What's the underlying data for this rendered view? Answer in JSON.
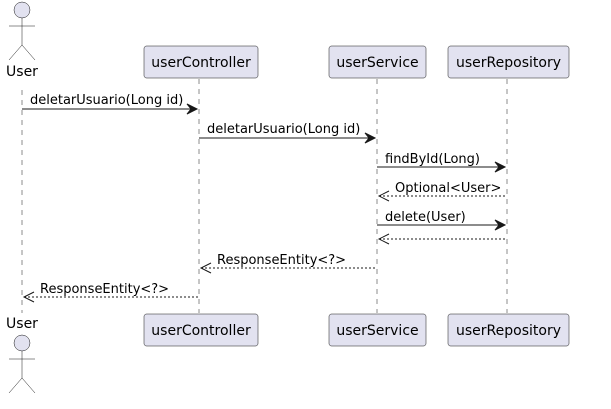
{
  "diagram": {
    "participants": [
      {
        "id": "user",
        "label": "User",
        "kind": "actor"
      },
      {
        "id": "userController",
        "label": "userController",
        "kind": "participant"
      },
      {
        "id": "userService",
        "label": "userService",
        "kind": "participant"
      },
      {
        "id": "userRepository",
        "label": "userRepository",
        "kind": "participant"
      }
    ],
    "messages": [
      {
        "from": "user",
        "to": "userController",
        "label": "deletarUsuario(Long id)",
        "style": "solid"
      },
      {
        "from": "userController",
        "to": "userService",
        "label": "deletarUsuario(Long id)",
        "style": "solid"
      },
      {
        "from": "userService",
        "to": "userRepository",
        "label": "findById(Long)",
        "style": "solid"
      },
      {
        "from": "userRepository",
        "to": "userService",
        "label": "Optional<User>",
        "style": "dashed"
      },
      {
        "from": "userService",
        "to": "userRepository",
        "label": "delete(User)",
        "style": "solid"
      },
      {
        "from": "userRepository",
        "to": "userService",
        "label": "",
        "style": "dashed"
      },
      {
        "from": "userService",
        "to": "userController",
        "label": "ResponseEntity<?>",
        "style": "dashed"
      },
      {
        "from": "userController",
        "to": "user",
        "label": "ResponseEntity<?>",
        "style": "dashed"
      }
    ],
    "colors": {
      "participant_fill": "#E2E2F0",
      "line": "#181818",
      "background": "#FFFFFF"
    }
  }
}
